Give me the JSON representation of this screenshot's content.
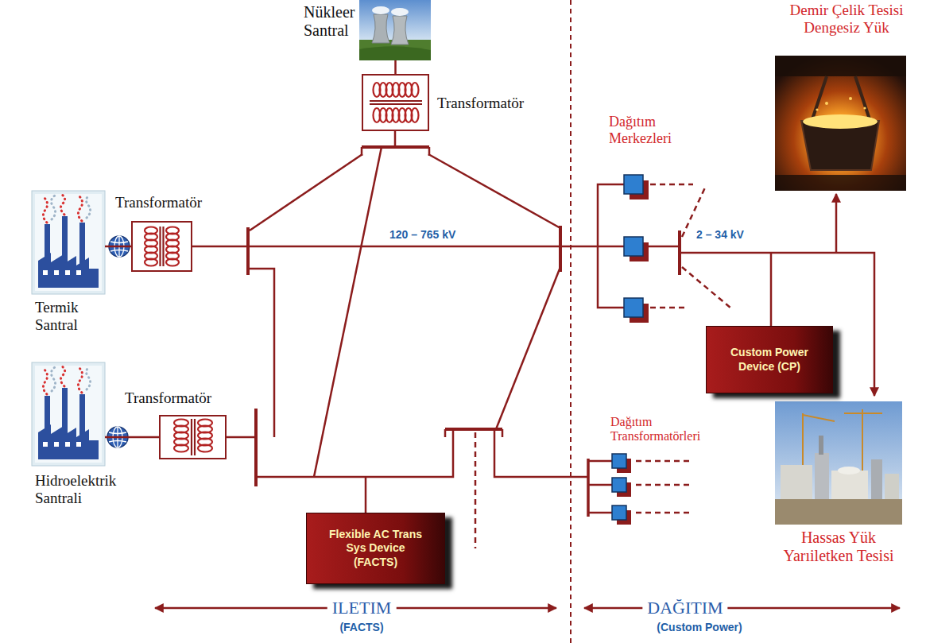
{
  "diagram": {
    "nodes": [
      {
        "text": [
          "Nükleer Santral"
        ]
      },
      {
        "text": [
          "Transformatör"
        ]
      },
      {
        "text": [
          "Demir Çelik Tesisi Dengesiz Yük"
        ]
      },
      {
        "text": [
          "Termik Santral"
        ]
      },
      {
        "text": [
          "Transformatör"
        ]
      },
      {
        "text": [
          "Hidroelektrik Santrali"
        ]
      },
      {
        "text": [
          "Transformatör"
        ]
      },
      {
        "text": [
          "Custom Power Device (CP)"
        ]
      },
      {
        "text": [
          "Hassas Yük Yarıiletken Tesisi"
        ]
      },
      {
        "text": [
          "Flexible AC Trans Sys Device (FACTS)"
        ]
      }
    ],
    "edges": [
      {
        "from": 0,
        "to": 1,
        "arrow": "none"
      },
      {
        "from": 3,
        "to": 4,
        "arrow": "none"
      },
      {
        "from": 5,
        "to": 6,
        "arrow": "none"
      }
    ],
    "labels": [
      "Dağıtım Merkezleri",
      "120 – 765 kV",
      "2 – 34 kV",
      "Dağıtım Transformatörleri",
      "ILETIM",
      "(FACTS)",
      "DAĞITIM",
      "(Custom Power)"
    ]
  }
}
